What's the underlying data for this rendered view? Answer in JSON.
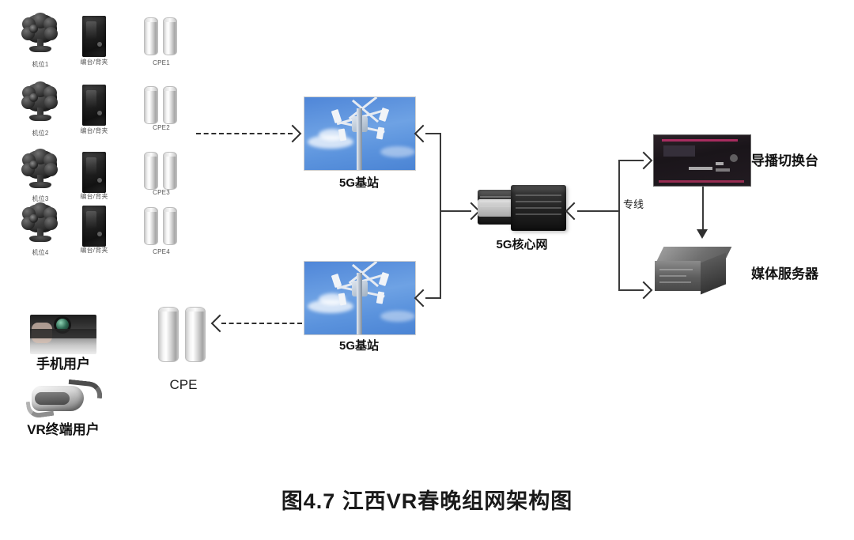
{
  "figure": {
    "caption": "图4.7  江西VR春晚组网架构图"
  },
  "sources": {
    "cameras": [
      {
        "label": "机位1"
      },
      {
        "label": "机位2"
      },
      {
        "label": "机位3"
      },
      {
        "label": "机位4"
      }
    ],
    "encoders": [
      {
        "label": "编台/背夹"
      },
      {
        "label": "编台/背夹"
      },
      {
        "label": "编台/背夹"
      },
      {
        "label": "编台/背夹"
      }
    ],
    "cpes": [
      {
        "label": "CPE1"
      },
      {
        "label": "CPE2"
      },
      {
        "label": "CPE3"
      },
      {
        "label": "CPE4"
      }
    ]
  },
  "network": {
    "base_station_upper": "5G基站",
    "base_station_lower": "5G基站",
    "core": "5G核心网",
    "dedicated_line": "专线"
  },
  "destinations": {
    "switcher": "导播切换台",
    "media_server": "媒体服务器"
  },
  "clients": {
    "phone_user": "手机用户",
    "vr_user": "VR终端用户",
    "cpe": "CPE"
  },
  "colors": {
    "sky": "#5b93dd",
    "line": "#2f2f2f",
    "switcher_accent": "#c0306b",
    "page_bg": "#ffffff"
  }
}
